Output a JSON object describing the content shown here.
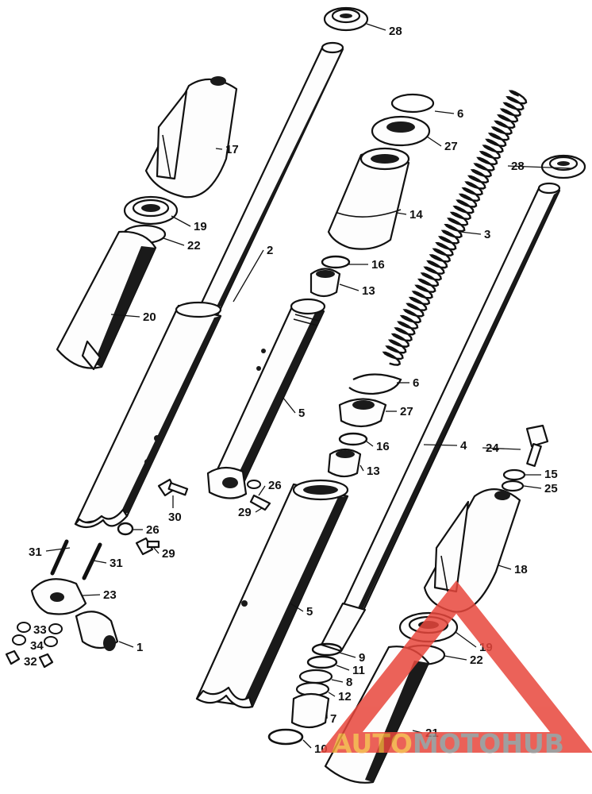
{
  "callouts": [
    {
      "num": "1"
    },
    {
      "num": "2"
    },
    {
      "num": "3"
    },
    {
      "num": "4"
    },
    {
      "num": "5"
    },
    {
      "num": "5"
    },
    {
      "num": "6"
    },
    {
      "num": "6"
    },
    {
      "num": "7"
    },
    {
      "num": "8"
    },
    {
      "num": "9"
    },
    {
      "num": "10"
    },
    {
      "num": "11"
    },
    {
      "num": "12"
    },
    {
      "num": "13"
    },
    {
      "num": "13"
    },
    {
      "num": "14"
    },
    {
      "num": "15"
    },
    {
      "num": "16"
    },
    {
      "num": "16"
    },
    {
      "num": "17"
    },
    {
      "num": "18"
    },
    {
      "num": "19"
    },
    {
      "num": "19"
    },
    {
      "num": "20"
    },
    {
      "num": "21"
    },
    {
      "num": "22"
    },
    {
      "num": "22"
    },
    {
      "num": "23"
    },
    {
      "num": "24"
    },
    {
      "num": "25"
    },
    {
      "num": "26"
    },
    {
      "num": "26"
    },
    {
      "num": "27"
    },
    {
      "num": "27"
    },
    {
      "num": "28"
    },
    {
      "num": "28"
    },
    {
      "num": "29"
    },
    {
      "num": "29"
    },
    {
      "num": "30"
    },
    {
      "num": "31"
    },
    {
      "num": "31"
    },
    {
      "num": "32"
    },
    {
      "num": "33"
    },
    {
      "num": "34"
    }
  ],
  "watermark": {
    "part1": "AUTO",
    "part2": "MOTO",
    "part3": "HUB",
    "color_orange": "#f2a73a",
    "color_gray": "#8f8f8f",
    "color_red": "#e8463c"
  }
}
